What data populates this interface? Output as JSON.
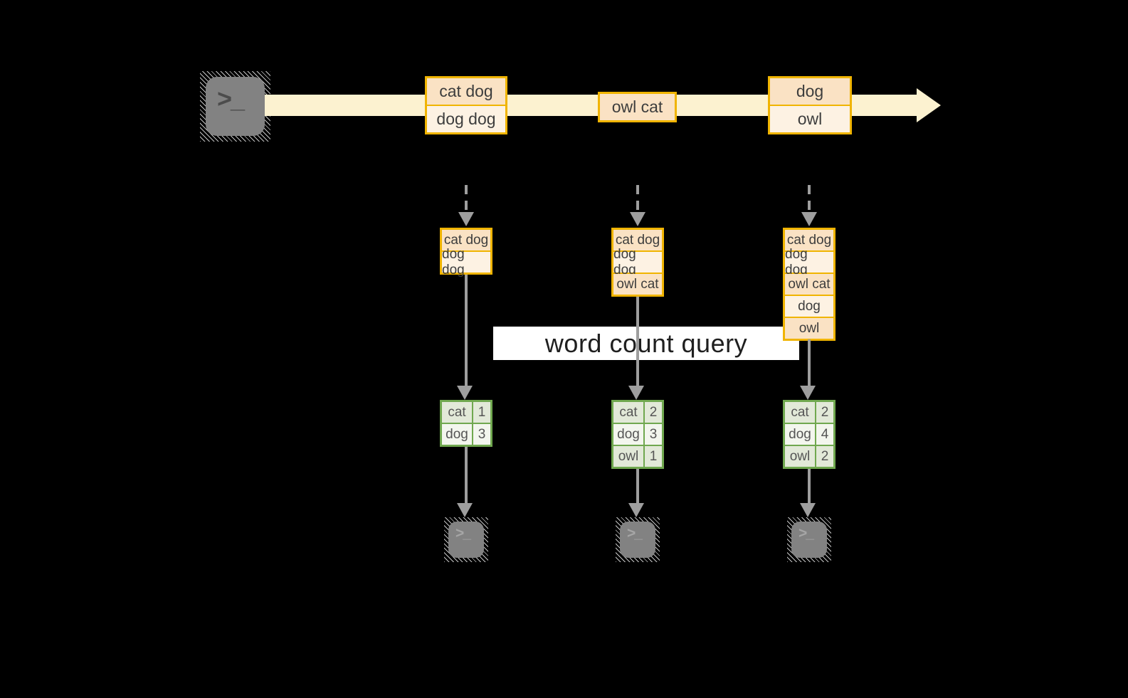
{
  "colors": {
    "bg": "#000000",
    "gold": "#f0b400",
    "peach-dark": "#fae2c4",
    "peach-light": "#fdf2e3",
    "cream": "#fcf2d0",
    "green": "#70a84f",
    "green-dark": "#e2e9d8",
    "green-light": "#f3f6ee",
    "gray": "#9e9e9e",
    "term": "#828282",
    "txt": "#3d3d3d"
  },
  "terminal_glyph": ">_",
  "query": {
    "label": "word count query"
  },
  "stream": {
    "batches": [
      {
        "lines": [
          "cat dog",
          "dog dog"
        ]
      },
      {
        "lines": [
          "owl cat"
        ]
      },
      {
        "lines": [
          "dog",
          "owl"
        ]
      }
    ]
  },
  "columns": [
    {
      "window": [
        "cat dog",
        "dog dog"
      ],
      "counts": [
        {
          "word": "cat",
          "count": "1"
        },
        {
          "word": "dog",
          "count": "3"
        }
      ]
    },
    {
      "window": [
        "cat dog",
        "dog dog",
        "owl cat"
      ],
      "counts": [
        {
          "word": "cat",
          "count": "2"
        },
        {
          "word": "dog",
          "count": "3"
        },
        {
          "word": "owl",
          "count": "1"
        }
      ]
    },
    {
      "window": [
        "cat dog",
        "dog dog",
        "owl cat",
        "dog",
        "owl"
      ],
      "counts": [
        {
          "word": "cat",
          "count": "2"
        },
        {
          "word": "dog",
          "count": "4"
        },
        {
          "word": "owl",
          "count": "2"
        }
      ]
    }
  ]
}
